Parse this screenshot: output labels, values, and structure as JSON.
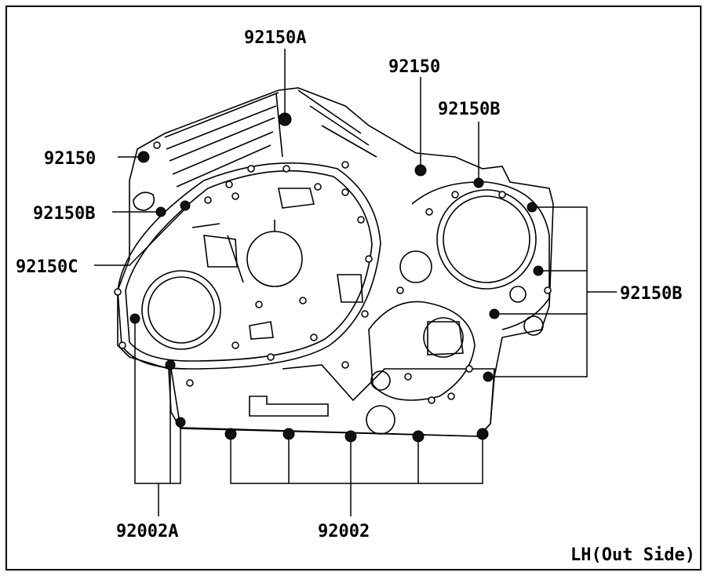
{
  "caption": "LH(Out Side)",
  "labels": {
    "l1": "92150A",
    "l2": "92150",
    "l3": "92150B",
    "l4": "92150",
    "l5": "92150B",
    "l6": "92150C",
    "l7": "92150B",
    "l8": "92002A",
    "l9": "92002"
  },
  "colors": {
    "line": "#000000",
    "bolt": "#111111",
    "background": "#ffffff"
  }
}
